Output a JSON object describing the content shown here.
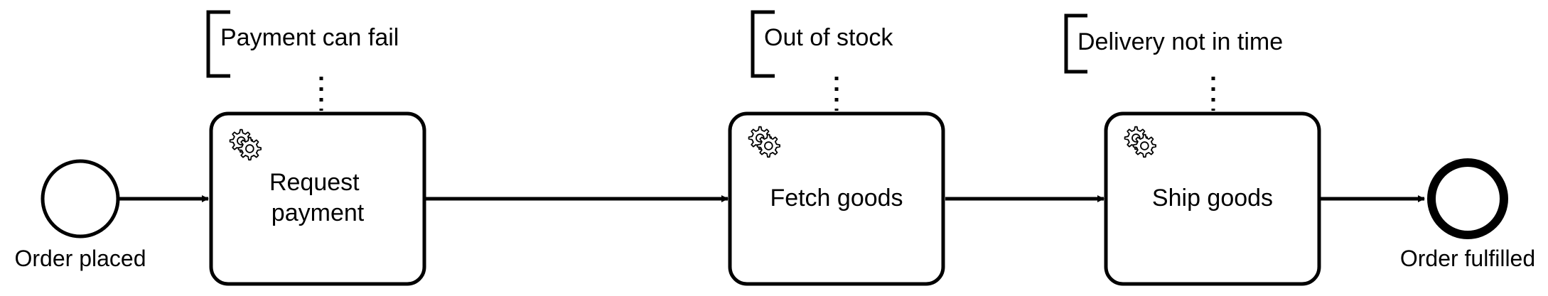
{
  "diagram": {
    "start_event": {
      "label": "Order placed"
    },
    "end_event": {
      "label": "Order fulfilled"
    },
    "tasks": [
      {
        "type": "service-task",
        "icon": "gears-icon",
        "label_lines": [
          "Request",
          "payment"
        ]
      },
      {
        "type": "service-task",
        "icon": "gears-icon",
        "label_lines": [
          "Fetch goods"
        ]
      },
      {
        "type": "service-task",
        "icon": "gears-icon",
        "label_lines": [
          "Ship goods"
        ]
      }
    ],
    "annotations": [
      {
        "text": "Payment can fail"
      },
      {
        "text": "Out of stock"
      },
      {
        "text": "Delivery not in time"
      }
    ],
    "colors": {
      "stroke": "#000000",
      "fill": "#ffffff"
    }
  }
}
